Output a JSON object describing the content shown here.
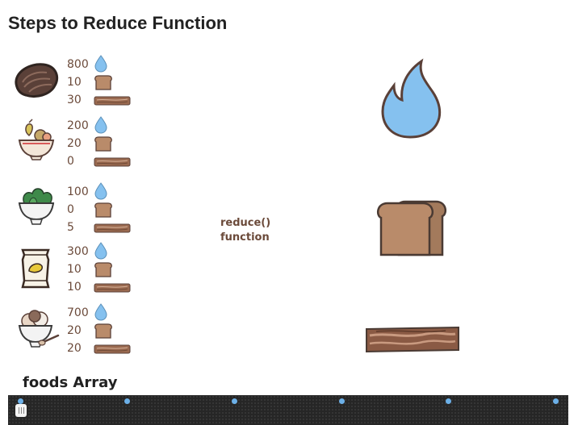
{
  "title": "Steps to Reduce Function",
  "foods": [
    {
      "icon": "steak-icon",
      "calories": "800",
      "carbs": "10",
      "protein": "30"
    },
    {
      "icon": "fruit-bowl-icon",
      "calories": "200",
      "carbs": "20",
      "protein": "0"
    },
    {
      "icon": "salad-bowl-icon",
      "calories": "100",
      "carbs": "0",
      "protein": "5"
    },
    {
      "icon": "chips-bag-icon",
      "calories": "300",
      "carbs": "10",
      "protein": "10"
    },
    {
      "icon": "ice-cream-bowl-icon",
      "calories": "700",
      "carbs": "20",
      "protein": "20"
    }
  ],
  "stat_icons": [
    "water-drop-icon",
    "bread-icon",
    "bacon-icon"
  ],
  "reduce_label": "reduce() function",
  "result_icons": [
    "flame-icon",
    "bread-loaf-icon",
    "bacon-strip-icon"
  ],
  "array_label": "foods Array",
  "timeline": {
    "markers": 5,
    "handle_icon": "pause-handle-icon"
  },
  "colors": {
    "flame": "#85c1ef",
    "bread": "#b98b6a",
    "bacon": "#9a6a50",
    "outline": "#4a3a33",
    "text": "#6b4a3a",
    "timeline_bg": "#262626",
    "timeline_marker": "#6cb0e8"
  }
}
